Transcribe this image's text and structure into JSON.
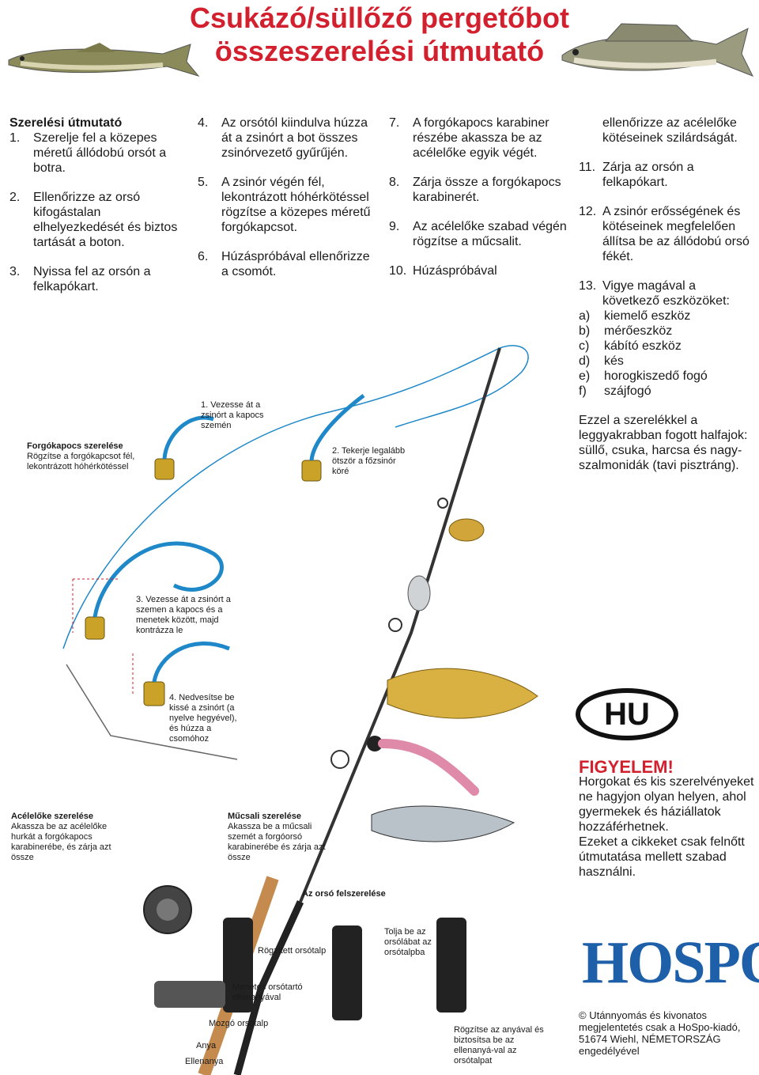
{
  "title": {
    "line1": "Csukázó/süllőző pergetőbot",
    "line2": "összeszerelési útmutató"
  },
  "guide_heading": "Szerelési útmutató",
  "steps_col1": [
    {
      "num": "1.",
      "text": "Szerelje fel a közepes méretű állódobú orsót a botra."
    },
    {
      "num": "2.",
      "text": "Ellenőrizze az orsó kifogástalan elhelyezkedését és biztos tartását a boton."
    },
    {
      "num": "3.",
      "text": "Nyissa fel az orsón a felkapókart."
    }
  ],
  "steps_col2": [
    {
      "num": "4.",
      "text": "Az orsótól kiindulva húzza át a zsinórt a bot összes zsinórvezető gyűrűjén."
    },
    {
      "num": "5.",
      "text": "A zsinór végén fél, lekontrázott hóhérkötéssel rögzítse a közepes méretű forgókapcsot."
    },
    {
      "num": "6.",
      "text": "Húzáspróbával ellenőrizze a csomót."
    }
  ],
  "steps_col3": [
    {
      "num": "7.",
      "text": "A forgókapocs karabiner részébe akassza be az acélelőke egyik végét."
    },
    {
      "num": "8.",
      "text": "Zárja össze a forgókapocs karabinerét."
    },
    {
      "num": "9.",
      "text": "Az acélelőke szabad végén rögzítse a műcsalit."
    },
    {
      "num": "10.",
      "text": "Húzáspróbával"
    }
  ],
  "steps_col4_cont": "ellenőrizze az acélelőke kötéseinek szilárdságát.",
  "steps_col4": [
    {
      "num": "11.",
      "text": "Zárja az orsón a felkapókart."
    },
    {
      "num": "12.",
      "text": "A zsinór erősségének és kötéseinek megfelelően állítsa be az állódobú orsó fékét."
    },
    {
      "num": "13.",
      "text": "Vigye magával a következő eszközöket:"
    }
  ],
  "tools": [
    {
      "l": "a)",
      "t": "kiemelő eszköz"
    },
    {
      "l": "b)",
      "t": "mérőeszköz"
    },
    {
      "l": "c)",
      "t": "kábító eszköz"
    },
    {
      "l": "d)",
      "t": "kés"
    },
    {
      "l": "e)",
      "t": "horogkiszedő fogó"
    },
    {
      "l": "f)",
      "t": "szájfogó"
    }
  ],
  "usage_text": "Ezzel a szerelékkel a leggyakrabban fogott halfajok: süllő, csuka, harcsa és nagy-szalmonidák (tavi pisztráng).",
  "hu_badge": "HU",
  "warning": {
    "title": "FIGYELEM!",
    "text1": "Horgokat és kis szerelvényeket ne hagyjon olyan helyen, ahol gyermekek és háziállatok hozzáférhetnek.",
    "text2": "Ezeket a cikkeket csak felnőtt útmutatása mellett szabad használni."
  },
  "brand": "HOSPO",
  "copyright": "© Utánnyomás és kivonatos megjelentetés csak a HoSpo-kiadó, 51674 Wiehl, NÉMETORSZÁG engedélyével",
  "labels": {
    "swivel_title": "Forgókapocs szerelése",
    "swivel_text": "Rögzítse a forgókapcsot fél, lekontrázott hóhérkötéssel",
    "knot1": "1. Vezesse át a zsinórt a kapocs szemén",
    "knot2": "2. Tekerje legalább ötször a főzsinór köré",
    "knot3": "3. Vezesse át a zsinórt a szemen a kapocs és a menetek között, majd kontrázza le",
    "knot4": "4. Nedvesítse be kissé a zsinórt (a nyelve hegyével), és húzza a csomóhoz",
    "leader_title": "Acélelőke szerelése",
    "leader_text": "Akassza be az acélelőke hurkát a forgókapocs karabinerébe, és zárja azt össze",
    "lure_title": "Műcsali szerelése",
    "lure_text": "Akassza be a műcsali szemét a forgóorsó karabinerébe és zárja azt össze",
    "reel_setup": "Az orsó felszerelése",
    "fixed_seat": "Rögzített orsótalp",
    "push_foot": "Tolja be az orsólábat az orsótalpba",
    "threaded_nut": "Menetes orsótartó ellenanyával",
    "moving_seat": "Mozgó orsótalp",
    "nut": "Anya",
    "counter_nut": "Ellenanya",
    "secure_nut": "Rögzítse az anyával és biztosítsa be az ellenanyá-val az orsótalpat"
  },
  "colors": {
    "title_red": "#d3202e",
    "line_blue": "#1e88c8",
    "brand_blue": "#1d5fa8",
    "gold": "#c9a227"
  }
}
